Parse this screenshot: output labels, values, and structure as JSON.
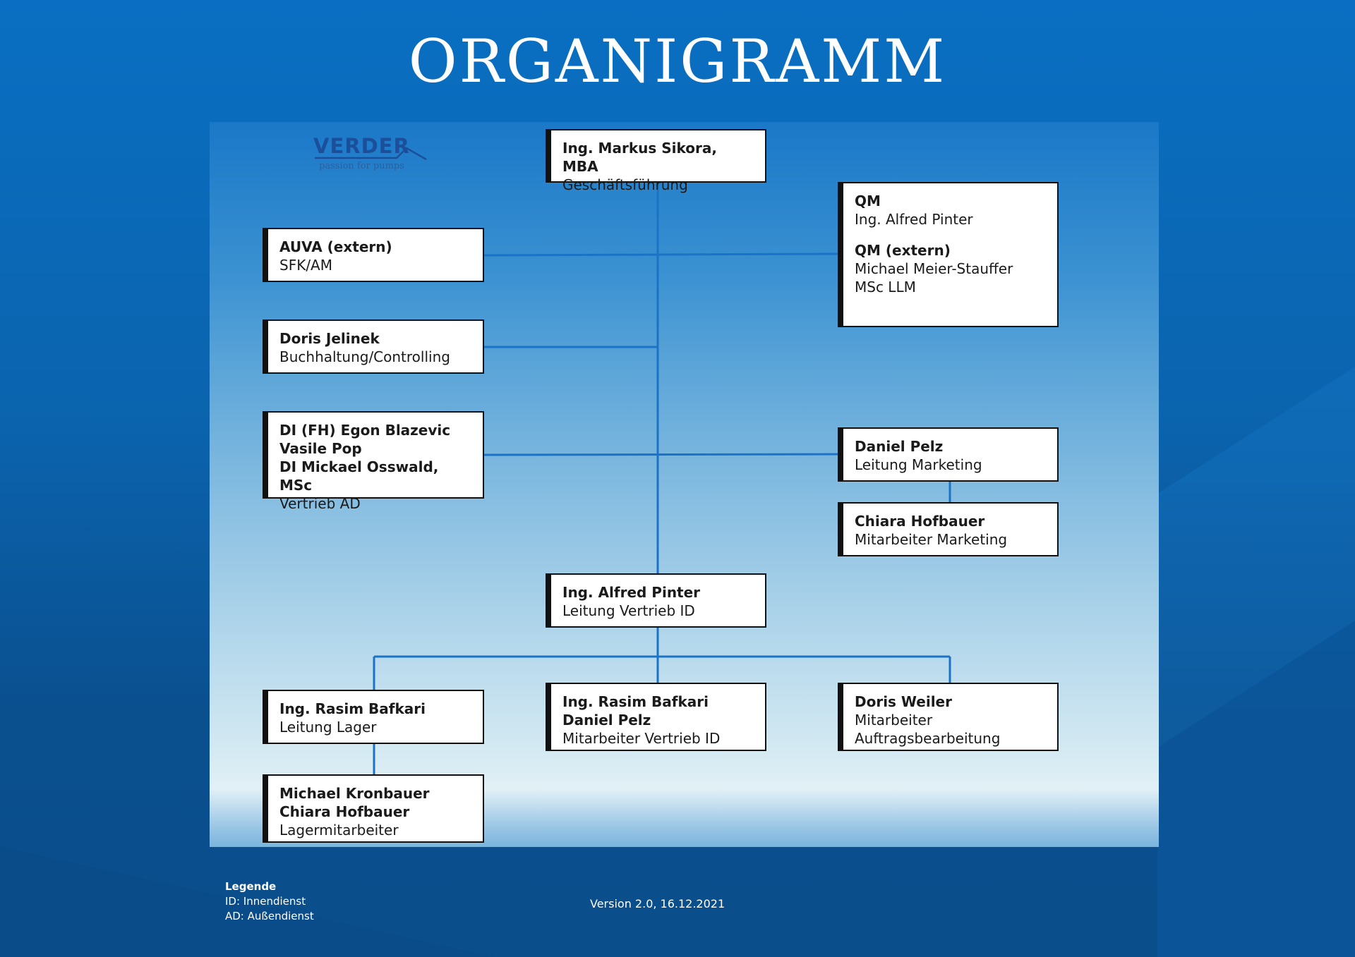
{
  "title": "ORGANIGRAMM",
  "logo": {
    "brand": "VERDER",
    "tagline": "passion for pumps"
  },
  "nodes": {
    "ceo": {
      "name": "Ing. Markus Sikora, MBA",
      "role": "Geschäftsführung"
    },
    "qm": {
      "label1": "QM",
      "name1": "Ing. Alfred Pinter",
      "label2": "QM (extern)",
      "name2": "Michael Meier-Stauffer",
      "name2b": "MSc LLM"
    },
    "auva": {
      "name": "AUVA (extern)",
      "role": "SFK/AM"
    },
    "controlling": {
      "name": "Doris Jelinek",
      "role": "Buchhaltung/Controlling"
    },
    "sales_ad": {
      "name1": "DI (FH) Egon Blazevic",
      "name2": "Vasile Pop",
      "name3": "DI Mickael Osswald, MSc",
      "role": "Vertrieb AD"
    },
    "marketing_lead": {
      "name": "Daniel Pelz",
      "role": "Leitung Marketing"
    },
    "marketing_staff": {
      "name": "Chiara Hofbauer",
      "role": "Mitarbeiter Marketing"
    },
    "sales_id_lead": {
      "name": "Ing. Alfred Pinter",
      "role": "Leitung Vertrieb ID"
    },
    "warehouse_lead": {
      "name": "Ing. Rasim Bafkari",
      "role": "Leitung Lager"
    },
    "sales_id_staff": {
      "name1": "Ing. Rasim Bafkari",
      "name2": "Daniel Pelz",
      "role": "Mitarbeiter Vertrieb ID"
    },
    "order_processing": {
      "name": "Doris Weiler",
      "role1": "Mitarbeiter",
      "role2": "Auftragsbearbeitung"
    },
    "warehouse_staff": {
      "name1": "Michael Kronbauer",
      "name2": "Chiara Hofbauer",
      "role": "Lagermitarbeiter"
    }
  },
  "legend": {
    "heading": "Legende",
    "line1": "ID: Innendienst",
    "line2": "AD: Außendienst"
  },
  "version": "Version 2.0, 16.12.2021",
  "colors": {
    "connector": "#1a73c6",
    "box_border": "#111111",
    "title": "#ffffff"
  }
}
